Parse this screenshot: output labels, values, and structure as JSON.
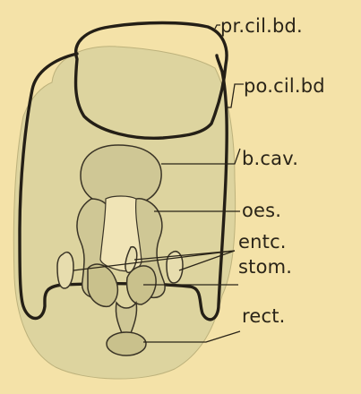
{
  "labels": {
    "pr_cil_bd": "pr.cil.bd.",
    "po_cil_bd": "po.cil.bd",
    "b_cav": "b.cav.",
    "oes": "oes.",
    "entc": "entc.",
    "stom": "stom.",
    "rect": "rect."
  },
  "colors": {
    "background": "#f4e2a8",
    "body_fill": "#ddd49f",
    "organ_fill": "#cfc795",
    "lumen_fill": "#f0e4b6",
    "ink": "#241f16"
  }
}
